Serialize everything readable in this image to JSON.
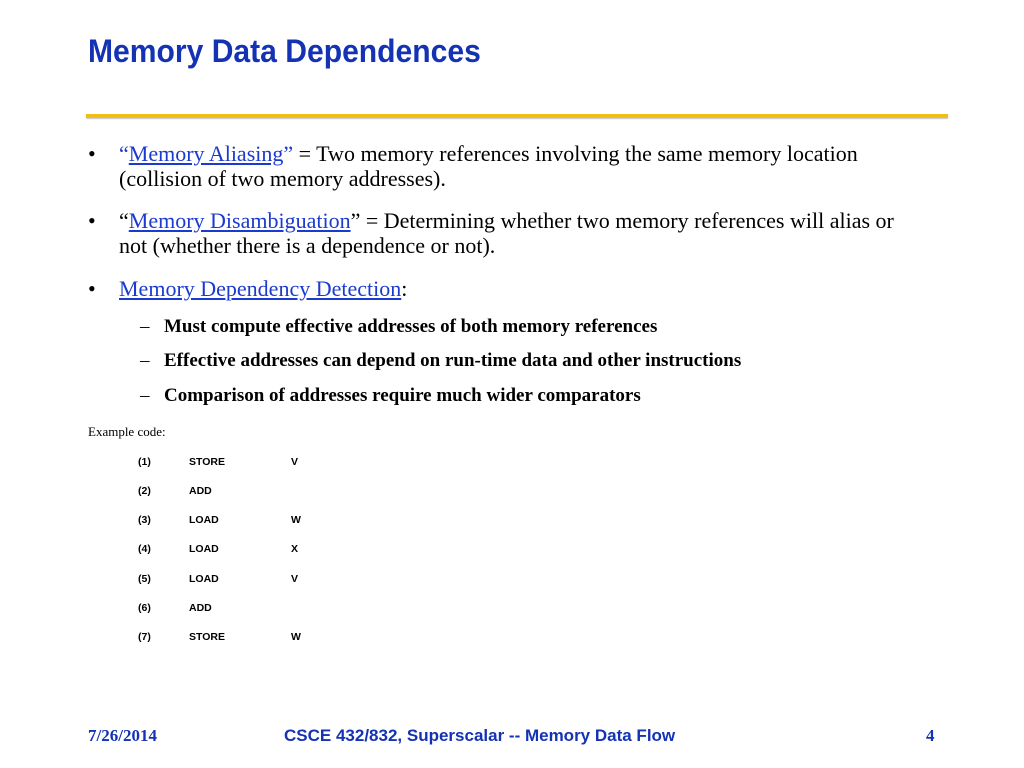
{
  "slide": {
    "title": "Memory Data Dependences",
    "bullets": [
      {
        "open_quote": "“",
        "link": "Memory Aliasing",
        "close_quote": "”",
        "text": " = Two memory references involving the same memory location (collision of two memory addresses)."
      },
      {
        "open_quote": "“",
        "link": "Memory Disambiguation",
        "close_quote": "”",
        "text": " = Determining whether two memory references will alias or not (whether there is a dependence or not)."
      },
      {
        "link": "Memory Dependency Detection",
        "text": ":"
      }
    ],
    "subbullets": [
      "Must compute effective addresses of both memory references",
      "Effective addresses can depend on run-time data and other instructions",
      "Comparison of addresses require much wider comparators"
    ],
    "example_label": "Example code:",
    "code": [
      {
        "num": "(1)",
        "op": "STORE",
        "arg": "V"
      },
      {
        "num": "(2)",
        "op": "ADD",
        "arg": ""
      },
      {
        "num": "(3)",
        "op": "LOAD",
        "arg": "W"
      },
      {
        "num": "(4)",
        "op": "LOAD",
        "arg": "X"
      },
      {
        "num": "(5)",
        "op": "LOAD",
        "arg": "V"
      },
      {
        "num": "(6)",
        "op": "ADD",
        "arg": ""
      },
      {
        "num": "(7)",
        "op": "STORE",
        "arg": "W"
      }
    ]
  },
  "footer": {
    "date": "7/26/2014",
    "title": "CSCE 432/832, Superscalar -- Memory Data Flow",
    "page": "4"
  },
  "colors": {
    "title": "#1432b4",
    "link": "#1a3ad0",
    "rule": "#f0be14"
  },
  "bullet_glyph": "•",
  "dash_glyph": "–"
}
